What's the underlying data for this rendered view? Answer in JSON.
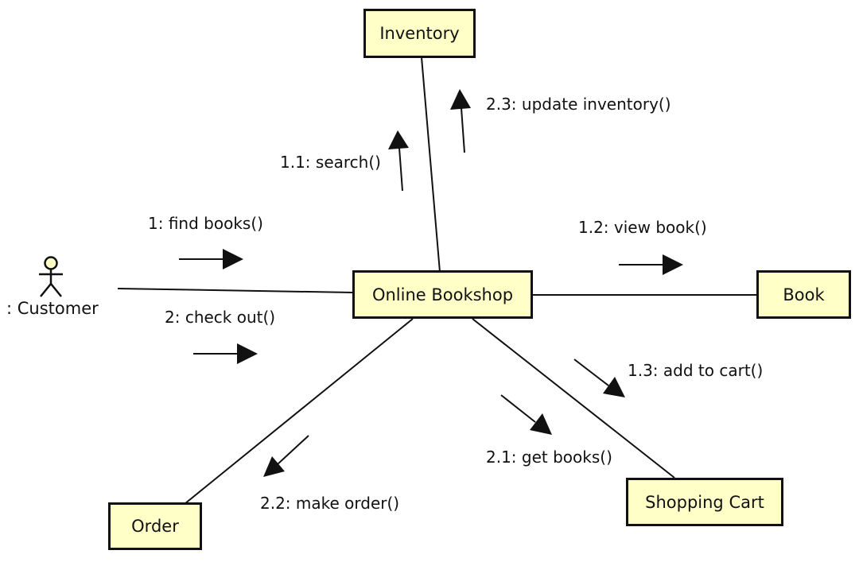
{
  "nodes": {
    "inventory": "Inventory",
    "bookshop": "Online Bookshop",
    "book": "Book",
    "cart": "Shopping Cart",
    "order": "Order"
  },
  "actor": {
    "label": ": Customer"
  },
  "messages": {
    "m1": "1: find books()",
    "m1_1": "1.1: search()",
    "m1_2": "1.2: view book()",
    "m1_3": "1.3: add to cart()",
    "m2": "2: check out()",
    "m2_1": "2.1: get books()",
    "m2_2": "2.2: make order()",
    "m2_3": "2.3: update inventory()"
  },
  "colors": {
    "node_fill": "#ffffc8",
    "stroke": "#111111"
  }
}
